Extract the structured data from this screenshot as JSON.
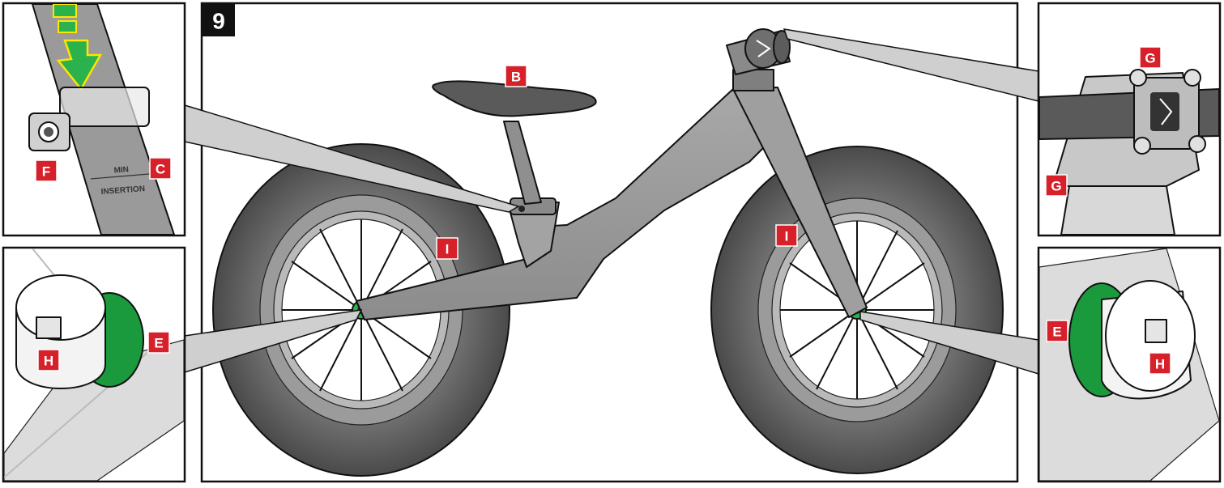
{
  "step_number": "9",
  "labels": {
    "saddle": "B",
    "min_insertion_mark": "C",
    "seat_clamp_bolt": "F",
    "stem_bolts_top": "G",
    "stem_bolts_side": "G",
    "axle_spacer_rear": "E",
    "axle_spacer_front": "E",
    "axle_nut_rear": "H",
    "axle_nut_front": "H",
    "tire_rear": "I",
    "tire_front": "I"
  },
  "seatpost_marking": {
    "line1": "MIN",
    "line2": "INSERTION"
  },
  "colors": {
    "frame": "#9a9a9a",
    "tire": "#6d6d6d",
    "rim": "#b0b0b0",
    "label_red": "#d6202a",
    "spacer_green": "#1a9a3c",
    "arrow_yellow": "#ffe500",
    "arrow_green": "#2bb24c"
  }
}
